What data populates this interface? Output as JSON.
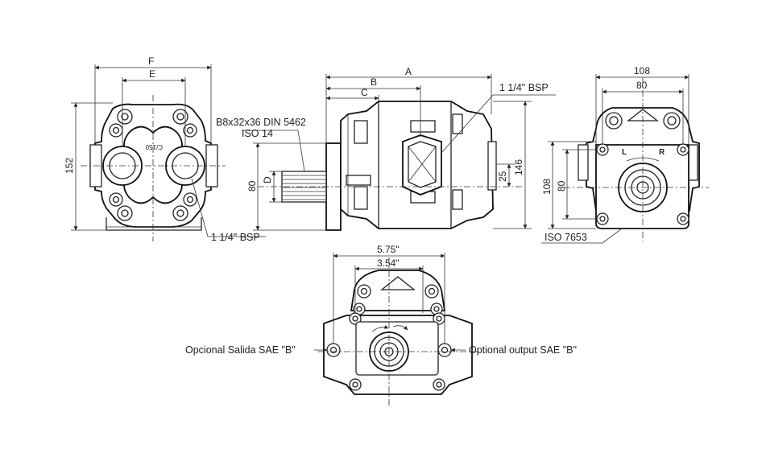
{
  "dimensions": {
    "front_width_F": "F",
    "front_width_E": "E",
    "front_height": "152",
    "side_length_A": "A",
    "side_length_B": "B",
    "side_length_C": "C",
    "side_height": "146",
    "side_shaft_height": "80",
    "side_shaft_d": "D",
    "side_port_offset": "25",
    "rear_width_outer": "108",
    "rear_width_inner": "80",
    "rear_height_outer": "108",
    "rear_height_inner": "80",
    "flange_width_outer": "5.75\"",
    "flange_width_inner": "3.54\""
  },
  "labels": {
    "front_port": "1 1/4\" BSP",
    "side_port": "1 1/4\" BSP",
    "shaft_spec_line1": "B8x32x36 DIN 5462",
    "shaft_spec_line2": "ISO 14",
    "rear_standard": "ISO 7653",
    "flange_left": "Opcional Salida SAE \"B\"",
    "flange_right": "Optional output SAE \"B\"",
    "rear_mark_l": "L",
    "rear_mark_r": "R",
    "body_mark": "C/150"
  },
  "colors": {
    "line": "#222222",
    "background": "#ffffff"
  }
}
